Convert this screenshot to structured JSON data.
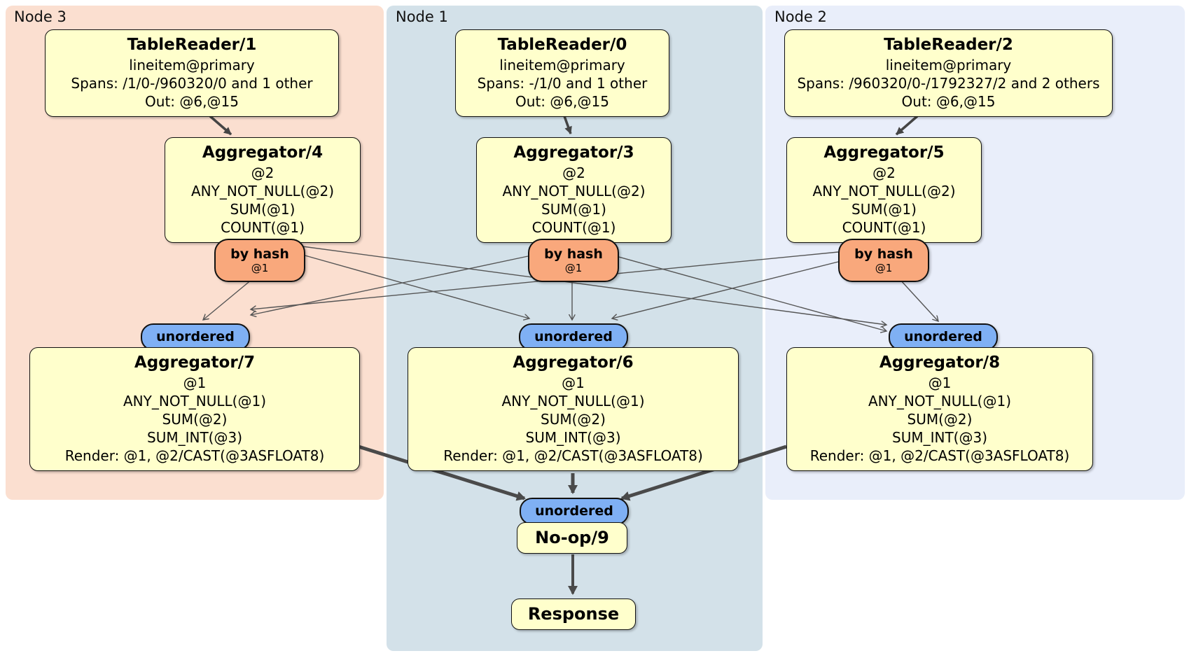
{
  "groups": [
    {
      "label": "Node 3"
    },
    {
      "label": "Node 1"
    },
    {
      "label": "Node 2"
    }
  ],
  "routers": {
    "by_hash_label": "by hash",
    "by_hash_detail": "@1",
    "unordered_label": "unordered"
  },
  "processors": {
    "tr1": {
      "title": "TableReader/1",
      "lines": [
        "lineitem@primary",
        "Spans: /1/0-/960320/0 and 1 other",
        "Out: @6,@15"
      ]
    },
    "tr0": {
      "title": "TableReader/0",
      "lines": [
        "lineitem@primary",
        "Spans: -/1/0 and 1 other",
        "Out: @6,@15"
      ]
    },
    "tr2": {
      "title": "TableReader/2",
      "lines": [
        "lineitem@primary",
        "Spans: /960320/0-/1792327/2 and 2 others",
        "Out: @6,@15"
      ]
    },
    "agg4": {
      "title": "Aggregator/4",
      "lines": [
        "@2",
        "ANY_NOT_NULL(@2)",
        "SUM(@1)",
        "COUNT(@1)"
      ]
    },
    "agg3": {
      "title": "Aggregator/3",
      "lines": [
        "@2",
        "ANY_NOT_NULL(@2)",
        "SUM(@1)",
        "COUNT(@1)"
      ]
    },
    "agg5": {
      "title": "Aggregator/5",
      "lines": [
        "@2",
        "ANY_NOT_NULL(@2)",
        "SUM(@1)",
        "COUNT(@1)"
      ]
    },
    "agg7": {
      "title": "Aggregator/7",
      "lines": [
        "@1",
        "ANY_NOT_NULL(@1)",
        "SUM(@2)",
        "SUM_INT(@3)",
        "Render: @1, @2/CAST(@3ASFLOAT8)"
      ]
    },
    "agg6": {
      "title": "Aggregator/6",
      "lines": [
        "@1",
        "ANY_NOT_NULL(@1)",
        "SUM(@2)",
        "SUM_INT(@3)",
        "Render: @1, @2/CAST(@3ASFLOAT8)"
      ]
    },
    "agg8": {
      "title": "Aggregator/8",
      "lines": [
        "@1",
        "ANY_NOT_NULL(@1)",
        "SUM(@2)",
        "SUM_INT(@3)",
        "Render: @1, @2/CAST(@3ASFLOAT8)"
      ]
    },
    "noop": {
      "title": "No-op/9"
    },
    "response": {
      "title": "Response"
    }
  },
  "edges": [
    {
      "from": "TableReader/1",
      "to": "Aggregator/4"
    },
    {
      "from": "TableReader/0",
      "to": "Aggregator/3"
    },
    {
      "from": "TableReader/2",
      "to": "Aggregator/5"
    },
    {
      "from": "by hash (Aggregator/4)",
      "to": "unordered (Aggregator/7)"
    },
    {
      "from": "by hash (Aggregator/4)",
      "to": "unordered (Aggregator/6)"
    },
    {
      "from": "by hash (Aggregator/4)",
      "to": "unordered (Aggregator/8)"
    },
    {
      "from": "by hash (Aggregator/3)",
      "to": "unordered (Aggregator/7)"
    },
    {
      "from": "by hash (Aggregator/3)",
      "to": "unordered (Aggregator/6)"
    },
    {
      "from": "by hash (Aggregator/3)",
      "to": "unordered (Aggregator/8)"
    },
    {
      "from": "by hash (Aggregator/5)",
      "to": "unordered (Aggregator/7)"
    },
    {
      "from": "by hash (Aggregator/5)",
      "to": "unordered (Aggregator/6)"
    },
    {
      "from": "by hash (Aggregator/5)",
      "to": "unordered (Aggregator/8)"
    },
    {
      "from": "Aggregator/7",
      "to": "unordered (No-op/9)"
    },
    {
      "from": "Aggregator/6",
      "to": "unordered (No-op/9)"
    },
    {
      "from": "Aggregator/8",
      "to": "unordered (No-op/9)"
    },
    {
      "from": "No-op/9",
      "to": "Response"
    }
  ],
  "colors": {
    "node3_bg": "#fbdfd0",
    "node1_bg": "#d3e1e9",
    "node2_bg": "#e9eefa",
    "box_fill": "#ffffcc",
    "hash_router_fill": "#f9a87c",
    "unordered_fill": "#7fb0f4",
    "edge_thin": "#555555",
    "edge_thick": "#4a4a4a"
  }
}
